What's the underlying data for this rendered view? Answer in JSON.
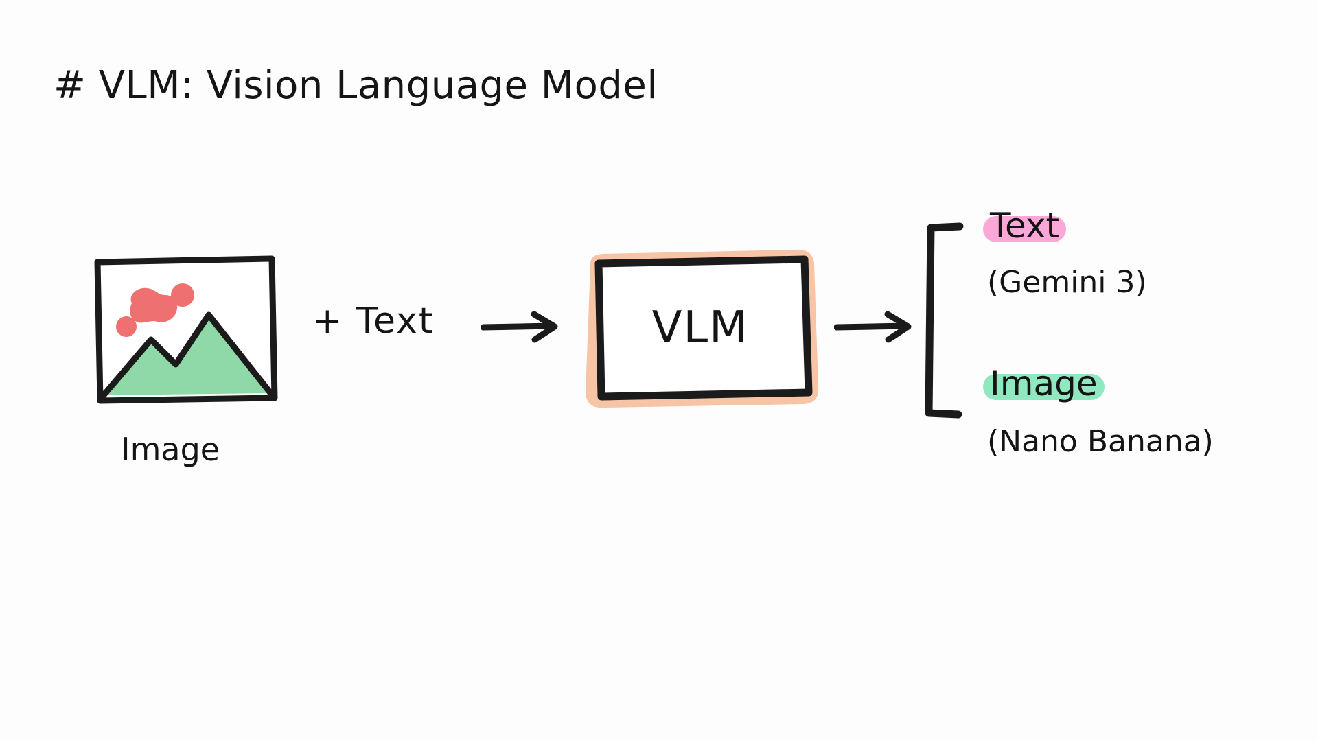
{
  "page": {
    "background": "#fdfdfd",
    "ink_color": "#151515",
    "style": "hand-drawn whiteboard sketch"
  },
  "title": {
    "text": "# VLM: Vision Language Model",
    "prefix": "#",
    "abbreviation": "VLM",
    "expansion": "Vision Language Model"
  },
  "input": {
    "image_icon": {
      "name": "image-placeholder-icon",
      "frame_color": "#1b1b1b",
      "sun_color": "#EE7070",
      "mountain_color": "#8FD8A8"
    },
    "image_caption": "Image",
    "plus_text_label": "+ Text"
  },
  "arrows": {
    "arrow_one": "→",
    "arrow_two": "→",
    "color": "#1b1b1b"
  },
  "model": {
    "label": "VLM",
    "highlight_color": "#F8C4A6",
    "border_color": "#1b1b1b",
    "fill_color": "#ffffff"
  },
  "outputs": {
    "bracket_color": "#1b1b1b",
    "items": [
      {
        "label": "Text",
        "detail": "(Gemini 3)",
        "highlight_color": "#FBA8D8",
        "icon": "text-output-icon"
      },
      {
        "label": "Image",
        "detail": "(Nano Banana)",
        "highlight_color": "#8FE8C0",
        "icon": "image-output-icon"
      }
    ]
  },
  "chart_data": {
    "type": "diagram",
    "title": "# VLM: Vision Language Model",
    "nodes": [
      {
        "id": "image",
        "label": "Image",
        "kind": "input-icon"
      },
      {
        "id": "text",
        "label": "+ Text",
        "kind": "input-text"
      },
      {
        "id": "vlm",
        "label": "VLM",
        "kind": "model"
      },
      {
        "id": "out-text",
        "label": "Text",
        "detail": "(Gemini 3)",
        "kind": "output"
      },
      {
        "id": "out-image",
        "label": "Image",
        "detail": "(Nano Banana)",
        "kind": "output"
      }
    ],
    "edges": [
      {
        "from": "image+text",
        "to": "vlm",
        "glyph": "→"
      },
      {
        "from": "vlm",
        "to": "outputs-bracket",
        "glyph": "→"
      }
    ]
  }
}
